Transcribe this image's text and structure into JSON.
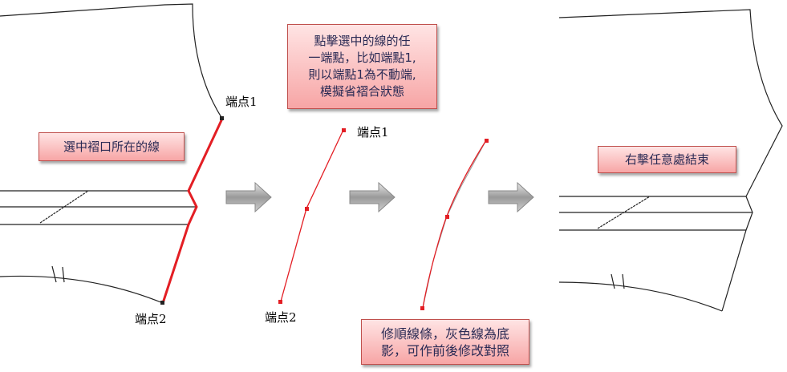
{
  "labels": {
    "endpoint1": "端点1",
    "endpoint2": "端点2"
  },
  "notes": {
    "step1": "選中褶口所在的線",
    "step2_lines": [
      "點擊選中的線的任",
      "一端點，比如端點1,",
      "則以端點1為不動端,",
      "模擬省褶合狀態"
    ],
    "step3_lines": [
      "修順線條，灰色線為底",
      "影，可作前後修改對照"
    ],
    "step4": "右擊任意處結束"
  },
  "colors": {
    "highlight": "#e31e24",
    "note_border": "#c0504d",
    "arrow": "#a6a6a6"
  }
}
